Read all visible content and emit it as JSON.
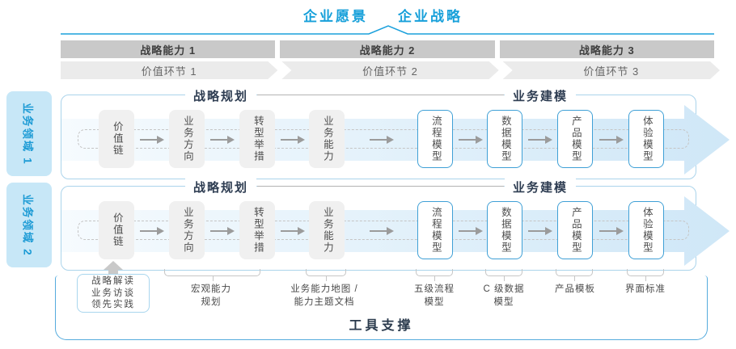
{
  "title": {
    "vision": "企业愿景",
    "strategy": "企业战略"
  },
  "capability_band": [
    "战略能力 1",
    "战略能力 2",
    "战略能力 3"
  ],
  "value_band": [
    "价值环节 1",
    "价值环节 2",
    "价值环节 3"
  ],
  "domains": [
    "业务领域 1",
    "业务领域 2"
  ],
  "phases": {
    "planning": "战略规划",
    "modeling": "业务建模"
  },
  "flow_boxes": {
    "gray": [
      "价值链",
      "业务方向",
      "转型举措",
      "业务能力"
    ],
    "blue": [
      "流程模型",
      "数据模型",
      "产品模型",
      "体验模型"
    ]
  },
  "inputs_box": {
    "lines": [
      "战略解读",
      "业务访谈",
      "领先实践"
    ]
  },
  "deliverables": [
    "宏观能力\n规划",
    "业务能力地图 /\n能力主题文档",
    "五级流程\n模型",
    "C 级数据\n模型",
    "产品模板",
    "界面标准"
  ],
  "tool_support": "工具支撑",
  "colors": {
    "accent_blue": "#17a0da",
    "dark_heading": "#2e3d52",
    "container_border": "#abd4eb",
    "tool_border": "#55abdd",
    "band_fill": "#d7ebf8",
    "capability_band_bg": "#c9c9c9",
    "value_band_bg": "#ebebeb",
    "gray_box_bg": "#f0f0f0",
    "blue_box_border": "#3fa0d6",
    "domain_chip_bg": "#c7e7f7",
    "annotation_line": "#c6c6c6"
  }
}
